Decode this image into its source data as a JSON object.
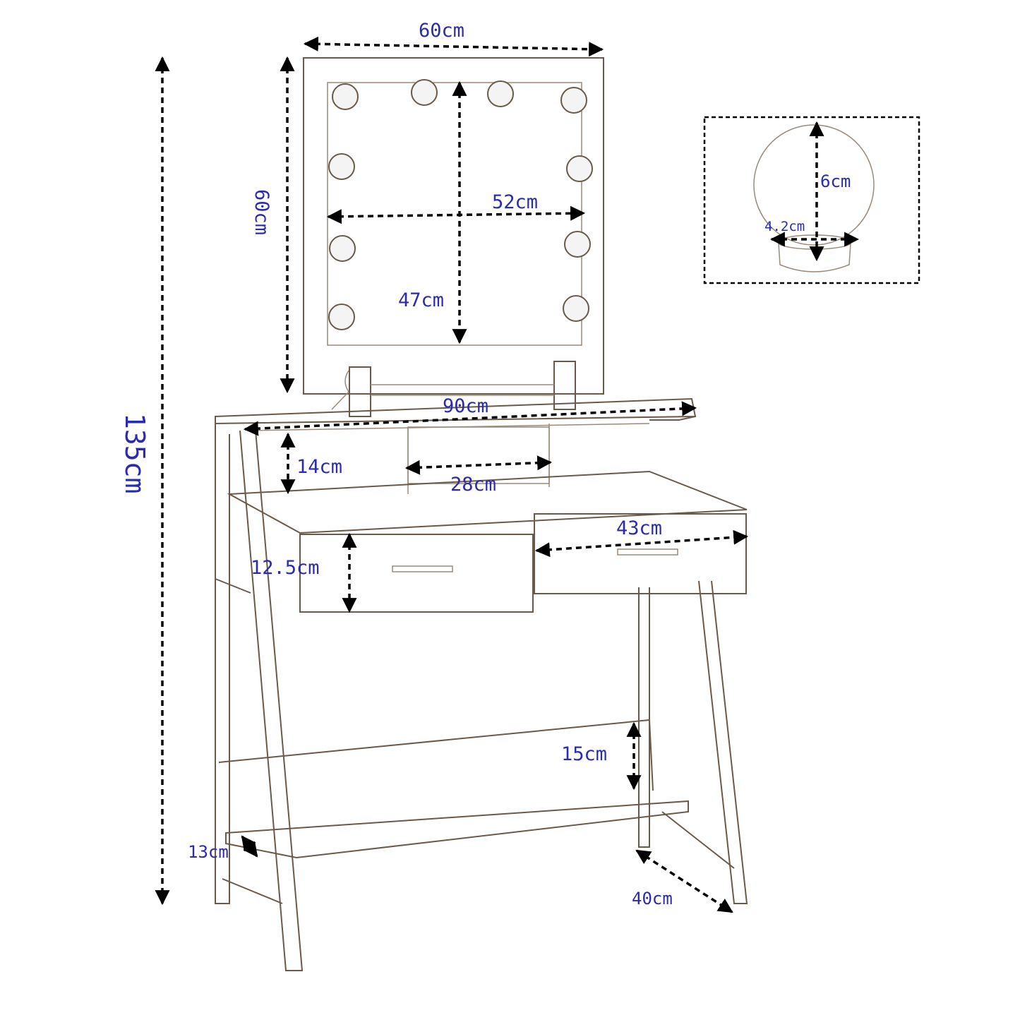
{
  "dimensions": {
    "mirror_width": "60cm",
    "mirror_height": "60cm",
    "mirror_inner_width": "52cm",
    "mirror_inner_height": "47cm",
    "total_height": "135cm",
    "table_width": "90cm",
    "shelf_height": "14cm",
    "compartment_width": "28cm",
    "drawer_width": "43cm",
    "drawer_height": "12.5cm",
    "lower_shelf_height": "15cm",
    "shelf_depth": "13cm",
    "table_depth": "40cm"
  },
  "bulb_detail": {
    "bulb_height": "6cm",
    "bulb_base_width": "4.2cm"
  }
}
